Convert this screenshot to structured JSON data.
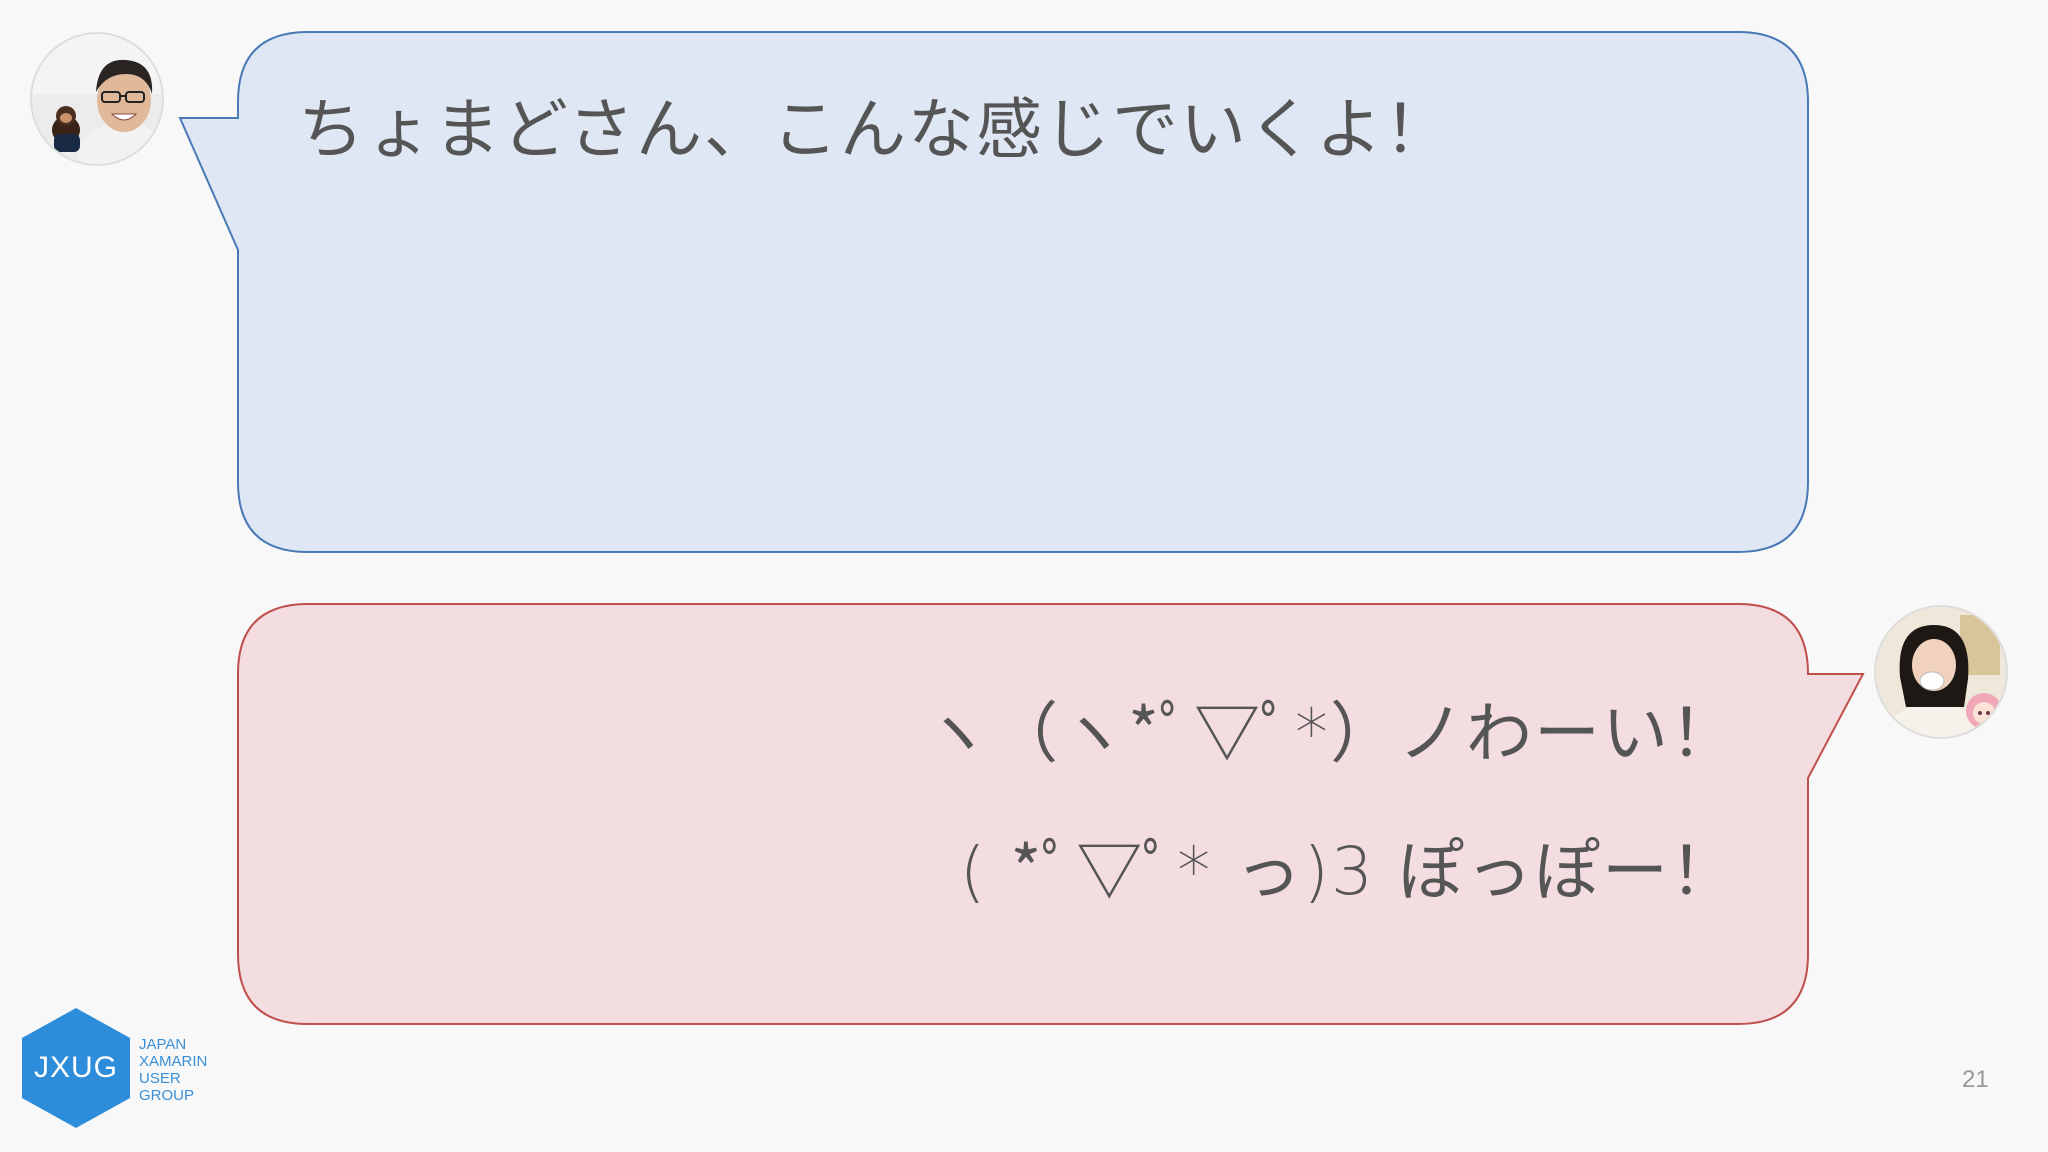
{
  "message_top": {
    "text": "ちょまどさん、こんな感じでいくよ！"
  },
  "message_bottom": {
    "line1": "ヽ（ヽ*ﾟ▽ﾟ*）ノわーい！",
    "line2": "( *ﾟ▽ﾟ*  っ)3 ぽっぽー！"
  },
  "logo": {
    "mark": "JXUG",
    "lines": [
      "JAPAN",
      "XAMARIN",
      "USER",
      "GROUP"
    ]
  },
  "page_number": "21",
  "colors": {
    "top_bubble_fill": "#dfe7f4",
    "top_bubble_stroke": "#4a7ab5",
    "bottom_bubble_fill": "#f4dde0",
    "bottom_bubble_stroke": "#c0504d",
    "logo_hex": "#2e8ddb"
  }
}
